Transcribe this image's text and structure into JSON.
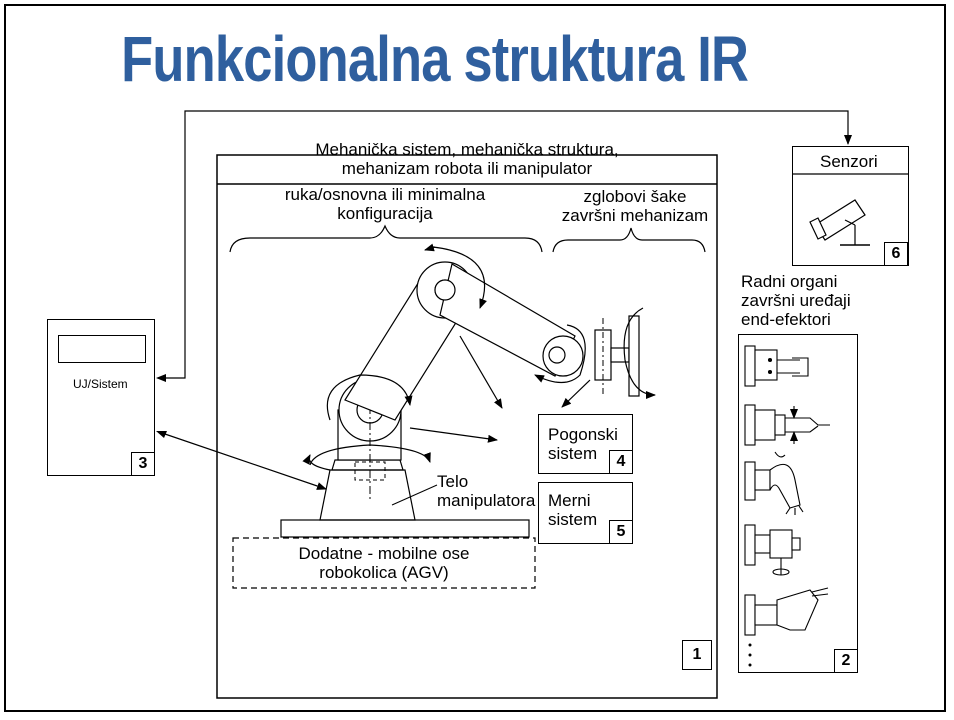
{
  "title": "Funkcionalna struktura IR",
  "mech": {
    "line1": "Mehanička sistem, mehanička struktura,",
    "line2": "mehanizam robota ili manipulator",
    "number": "1"
  },
  "arm_config": {
    "line1": "ruka/osnovna ili minimalna",
    "line2": "konfiguracija"
  },
  "wrist": {
    "line1": "zglobovi šake",
    "line2": "završni mehanizam"
  },
  "body_label": {
    "line1": "Telo",
    "line2": "manipulatora"
  },
  "mobile": {
    "line1": "Dodatne - mobilne ose",
    "line2": "robokolica (AGV)"
  },
  "drive": {
    "line1": "Pogonski",
    "line2": "sistem",
    "number": "4"
  },
  "measure": {
    "line1": "Merni",
    "line2": "sistem",
    "number": "5"
  },
  "control": {
    "label": "UJ/Sistem",
    "number": "3"
  },
  "sensors": {
    "label": "Senzori",
    "number": "6"
  },
  "end_effectors": {
    "line1": "Radni organi",
    "line2": "završni uređaji",
    "line3": "end-efektori",
    "number": "2"
  }
}
